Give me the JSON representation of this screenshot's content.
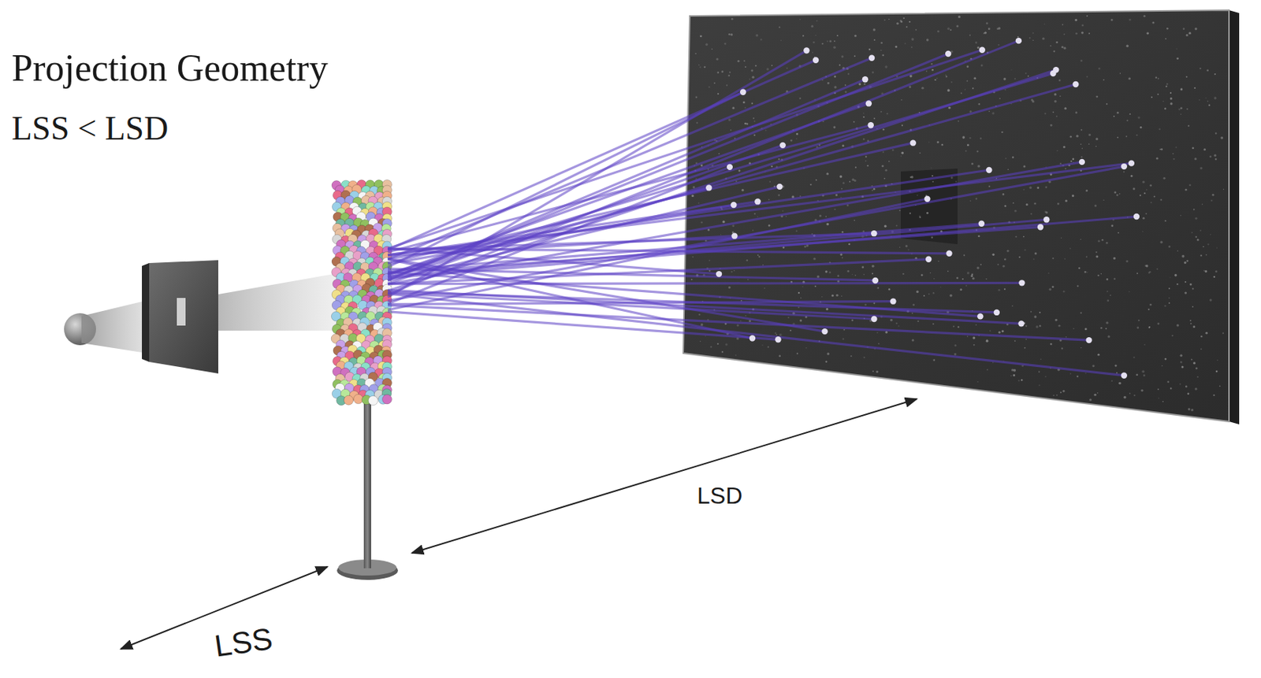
{
  "diagram": {
    "title": "Projection Geometry",
    "labels": [
      "LSS < LSD",
      "LSD",
      "LSS"
    ]
  }
}
